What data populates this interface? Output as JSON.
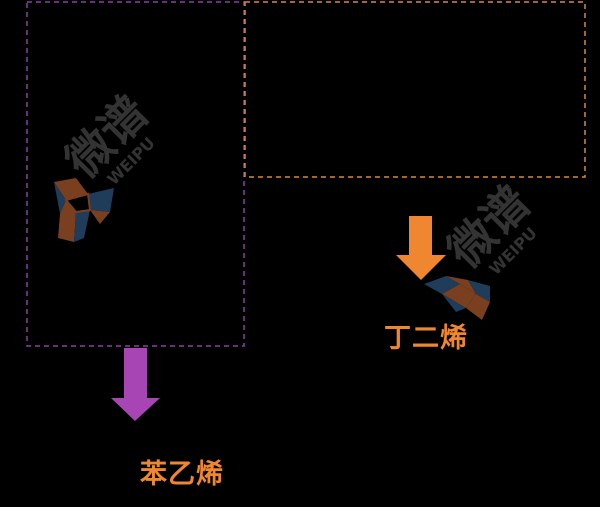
{
  "labels": {
    "styrene": "苯乙烯",
    "butadiene": "丁二烯"
  },
  "watermark": {
    "text_cn": "微谱",
    "text_en": "WEIPU"
  },
  "colors": {
    "background": "#000000",
    "styrene_box_border": "#8e3fa6",
    "styrene_arrow": "#a845b5",
    "butadiene_box_border": "#d98840",
    "butadiene_arrow": "#f0862f",
    "label_text": "#f0862f",
    "logo_brown": "#7a3f1f",
    "logo_blue": "#1f3c5a",
    "watermark_gray": "#3c3c3c"
  },
  "icons": {
    "down_arrow": "arrow-down-icon",
    "logo": "weipu-logo-icon"
  }
}
